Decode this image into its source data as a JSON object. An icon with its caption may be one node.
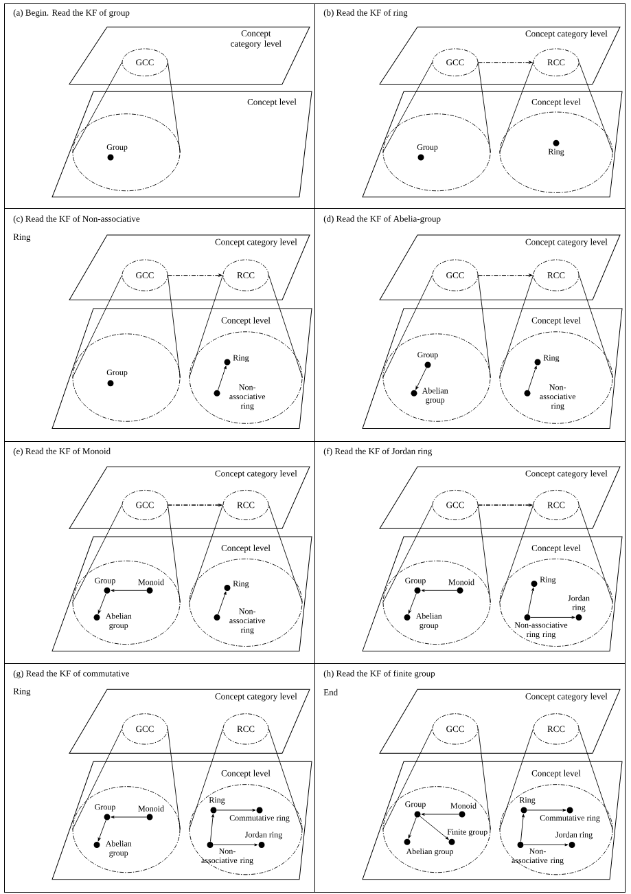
{
  "diagram": {
    "nodes": [
      {
        "text": [
          "(a) Begin. Read the KF of group"
        ]
      },
      {
        "text": [
          "Concept category level"
        ],
        "in": 0
      },
      {
        "text": [
          "Concept level"
        ],
        "in": 0
      },
      {
        "text": [
          "GCC"
        ],
        "in": 1
      },
      {
        "text": [],
        "shape": "circle",
        "in": 2
      },
      {
        "text": [
          "Group"
        ],
        "in": 4
      },
      {
        "text": [
          "(b) Read the KF of ring"
        ]
      },
      {
        "text": [
          "Concept category level"
        ],
        "in": 6
      },
      {
        "text": [
          "Concept level"
        ],
        "in": 6
      },
      {
        "text": [
          "GCC"
        ],
        "in": 7
      },
      {
        "text": [
          "RCC"
        ],
        "in": 7
      },
      {
        "text": [],
        "shape": "circle",
        "in": 8
      },
      {
        "text": [],
        "shape": "circle",
        "in": 8
      },
      {
        "text": [
          "Group"
        ],
        "in": 11
      },
      {
        "text": [
          "Ring"
        ],
        "in": 12
      },
      {
        "text": [
          "(c) Read the KF of Non-associative",
          "Ring"
        ]
      },
      {
        "text": [
          "Concept category level"
        ],
        "in": 15
      },
      {
        "text": [
          "Concept level"
        ],
        "in": 15
      },
      {
        "text": [
          "GCC"
        ],
        "in": 16
      },
      {
        "text": [
          "RCC"
        ],
        "in": 16
      },
      {
        "text": [],
        "shape": "circle",
        "in": 17
      },
      {
        "text": [],
        "shape": "circle",
        "in": 17
      },
      {
        "text": [
          "Group"
        ],
        "in": 20
      },
      {
        "text": [
          "Ring"
        ],
        "in": 21
      },
      {
        "text": [
          "Non-associative ring"
        ],
        "in": 21
      },
      {
        "text": [
          "(d) Read the KF of Abelia-group"
        ]
      },
      {
        "text": [
          "Concept category level"
        ],
        "in": 25
      },
      {
        "text": [
          "Concept level"
        ],
        "in": 25
      },
      {
        "text": [
          "GCC"
        ],
        "in": 26
      },
      {
        "text": [
          "RCC"
        ],
        "in": 26
      },
      {
        "text": [],
        "shape": "circle",
        "in": 27
      },
      {
        "text": [],
        "shape": "circle",
        "in": 27
      },
      {
        "text": [
          "Group"
        ],
        "in": 30
      },
      {
        "text": [
          "Abelian group"
        ],
        "in": 30
      },
      {
        "text": [
          "Ring"
        ],
        "in": 31
      },
      {
        "text": [
          "Non-associative ring"
        ],
        "in": 31
      },
      {
        "text": [
          "(e) Read the KF of Monoid"
        ]
      },
      {
        "text": [
          "Concept category level"
        ],
        "in": 36
      },
      {
        "text": [
          "Concept level"
        ],
        "in": 36
      },
      {
        "text": [
          "GCC"
        ],
        "in": 37
      },
      {
        "text": [
          "RCC"
        ],
        "in": 37
      },
      {
        "text": [],
        "shape": "circle",
        "in": 38
      },
      {
        "text": [],
        "shape": "circle",
        "in": 38
      },
      {
        "text": [
          "Group"
        ],
        "in": 41
      },
      {
        "text": [
          "Monoid"
        ],
        "in": 41
      },
      {
        "text": [
          "Abelian group"
        ],
        "in": 41
      },
      {
        "text": [
          "Ring"
        ],
        "in": 42
      },
      {
        "text": [
          "Non-associative ring"
        ],
        "in": 42
      },
      {
        "text": [
          "(f) Read the KF of Jordan ring"
        ]
      },
      {
        "text": [
          "Concept category level"
        ],
        "in": 48
      },
      {
        "text": [
          "Concept level"
        ],
        "in": 48
      },
      {
        "text": [
          "GCC"
        ],
        "in": 49
      },
      {
        "text": [
          "RCC"
        ],
        "in": 49
      },
      {
        "text": [],
        "shape": "circle",
        "in": 50
      },
      {
        "text": [],
        "shape": "circle",
        "in": 50
      },
      {
        "text": [
          "Group"
        ],
        "in": 53
      },
      {
        "text": [
          "Monoid"
        ],
        "in": 53
      },
      {
        "text": [
          "Abelian group"
        ],
        "in": 53
      },
      {
        "text": [
          "Ring"
        ],
        "in": 54
      },
      {
        "text": [
          "Jordan ring"
        ],
        "in": 54
      },
      {
        "text": [
          "Non-associative ring ring"
        ],
        "in": 54
      },
      {
        "text": [
          "(g) Read the KF of commutative",
          "Ring"
        ]
      },
      {
        "text": [
          "Concept category level"
        ],
        "in": 61
      },
      {
        "text": [
          "Concept level"
        ],
        "in": 61
      },
      {
        "text": [
          "GCC"
        ],
        "in": 62
      },
      {
        "text": [
          "RCC"
        ],
        "in": 62
      },
      {
        "text": [],
        "shape": "circle",
        "in": 63
      },
      {
        "text": [],
        "shape": "circle",
        "in": 63
      },
      {
        "text": [
          "Group"
        ],
        "in": 66
      },
      {
        "text": [
          "Monoid"
        ],
        "in": 66
      },
      {
        "text": [
          "Abelian group"
        ],
        "in": 66
      },
      {
        "text": [
          "Ring"
        ],
        "in": 67
      },
      {
        "text": [
          "Commutative ring"
        ],
        "in": 67
      },
      {
        "text": [
          "Jordan ring"
        ],
        "in": 67
      },
      {
        "text": [
          "Non-associative ring"
        ],
        "in": 67
      },
      {
        "text": [
          "(h) Read the KF of finite group",
          "End"
        ]
      },
      {
        "text": [
          "Concept category level"
        ],
        "in": 75
      },
      {
        "text": [
          "Concept level"
        ],
        "in": 75
      },
      {
        "text": [
          "GCC"
        ],
        "in": 76
      },
      {
        "text": [
          "RCC"
        ],
        "in": 76
      },
      {
        "text": [],
        "shape": "circle",
        "in": 77
      },
      {
        "text": [],
        "shape": "circle",
        "in": 77
      },
      {
        "text": [
          "Group"
        ],
        "in": 80
      },
      {
        "text": [
          "Monoid"
        ],
        "in": 80
      },
      {
        "text": [
          "Finite group"
        ],
        "in": 80
      },
      {
        "text": [
          "Abelian group"
        ],
        "in": 80
      },
      {
        "text": [
          "Ring"
        ],
        "in": 81
      },
      {
        "text": [
          "Commutative ring"
        ],
        "in": 81
      },
      {
        "text": [
          "Jordan ring"
        ],
        "in": 81
      },
      {
        "text": [
          "Non-associative ring"
        ],
        "in": 81
      }
    ],
    "edges": [
      {
        "from": 3,
        "to": 4,
        "arrow": "none"
      },
      {
        "from": 9,
        "to": 10,
        "arrow": "to",
        "style": "dashed"
      },
      {
        "from": 9,
        "to": 11,
        "arrow": "none"
      },
      {
        "from": 10,
        "to": 12,
        "arrow": "none"
      },
      {
        "from": 18,
        "to": 19,
        "arrow": "to",
        "style": "dashed"
      },
      {
        "from": 18,
        "to": 20,
        "arrow": "none"
      },
      {
        "from": 19,
        "to": 21,
        "arrow": "none"
      },
      {
        "from": 24,
        "to": 23,
        "arrow": "to"
      },
      {
        "from": 28,
        "to": 29,
        "arrow": "to",
        "style": "dashed"
      },
      {
        "from": 28,
        "to": 30,
        "arrow": "none"
      },
      {
        "from": 29,
        "to": 31,
        "arrow": "none"
      },
      {
        "from": 32,
        "to": 33,
        "arrow": "to"
      },
      {
        "from": 35,
        "to": 34,
        "arrow": "to"
      },
      {
        "from": 39,
        "to": 40,
        "arrow": "to",
        "style": "dashed"
      },
      {
        "from": 39,
        "to": 41,
        "arrow": "none"
      },
      {
        "from": 40,
        "to": 42,
        "arrow": "none"
      },
      {
        "from": 44,
        "to": 43,
        "arrow": "to"
      },
      {
        "from": 43,
        "to": 45,
        "arrow": "to"
      },
      {
        "from": 47,
        "to": 46,
        "arrow": "to"
      },
      {
        "from": 51,
        "to": 52,
        "arrow": "to",
        "style": "dashed"
      },
      {
        "from": 51,
        "to": 53,
        "arrow": "none"
      },
      {
        "from": 52,
        "to": 54,
        "arrow": "none"
      },
      {
        "from": 56,
        "to": 55,
        "arrow": "to"
      },
      {
        "from": 55,
        "to": 57,
        "arrow": "to"
      },
      {
        "from": 60,
        "to": 58,
        "arrow": "to"
      },
      {
        "from": 60,
        "to": 59,
        "arrow": "to"
      },
      {
        "from": 64,
        "to": 66,
        "arrow": "none"
      },
      {
        "from": 65,
        "to": 67,
        "arrow": "none"
      },
      {
        "from": 69,
        "to": 68,
        "arrow": "to"
      },
      {
        "from": 68,
        "to": 70,
        "arrow": "to"
      },
      {
        "from": 71,
        "to": 72,
        "arrow": "to"
      },
      {
        "from": 74,
        "to": 71,
        "arrow": "to"
      },
      {
        "from": 74,
        "to": 73,
        "arrow": "to"
      },
      {
        "from": 78,
        "to": 80,
        "arrow": "none"
      },
      {
        "from": 79,
        "to": 81,
        "arrow": "none"
      },
      {
        "from": 83,
        "to": 82,
        "arrow": "to"
      },
      {
        "from": 82,
        "to": 85,
        "arrow": "to"
      },
      {
        "from": 82,
        "to": 84,
        "arrow": "to"
      },
      {
        "from": 86,
        "to": 87,
        "arrow": "to"
      },
      {
        "from": 89,
        "to": 86,
        "arrow": "to"
      },
      {
        "from": 89,
        "to": 88,
        "arrow": "to"
      }
    ]
  }
}
